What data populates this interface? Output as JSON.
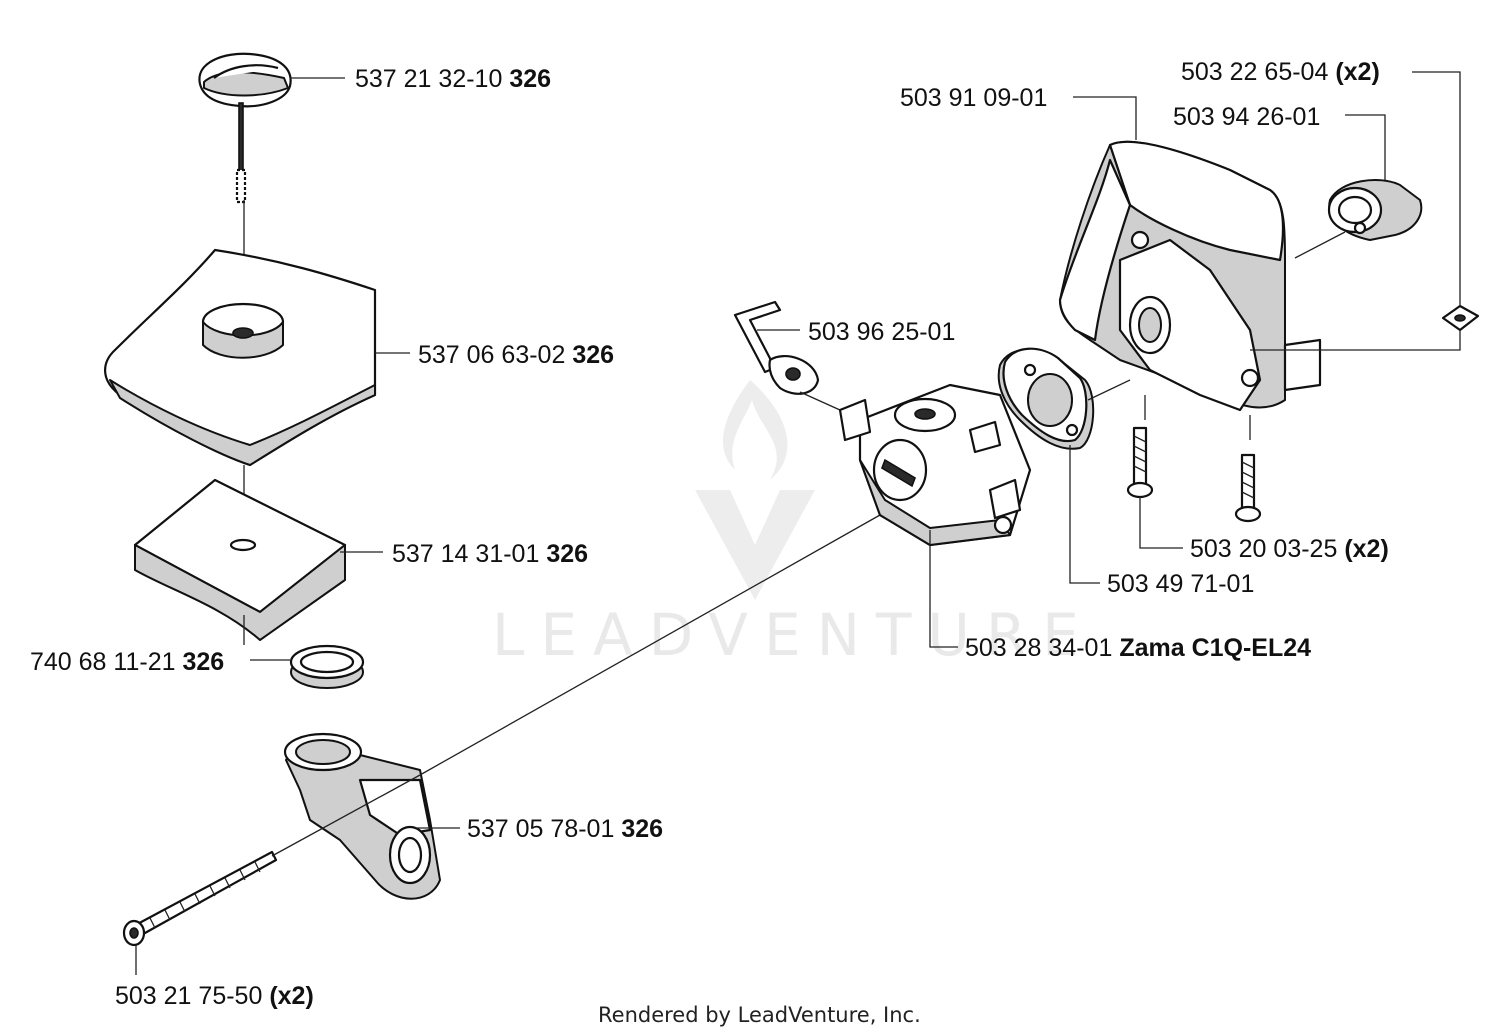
{
  "watermark": {
    "text": "LEADVENTURE"
  },
  "footer": {
    "text": "Rendered by LeadVenture, Inc."
  },
  "labels": [
    {
      "id": "fuel-cap",
      "number": "537 21 32-10",
      "suffix": "326"
    },
    {
      "id": "air-filter-cover",
      "number": "537 06 63-02",
      "suffix": "326"
    },
    {
      "id": "air-filter",
      "number": "537 14 31-01",
      "suffix": "326"
    },
    {
      "id": "seal-ring",
      "number": "740 68 11-21",
      "suffix": "326"
    },
    {
      "id": "filter-holder",
      "number": "537 05 78-01",
      "suffix": "326"
    },
    {
      "id": "long-screw",
      "number": "503 21 75-50",
      "suffix": "(x2)"
    },
    {
      "id": "throttle-link",
      "number": "503 96 25-01",
      "suffix": ""
    },
    {
      "id": "carburetor",
      "number": "503 28 34-01",
      "suffix": "Zama C1Q-EL24"
    },
    {
      "id": "gasket",
      "number": "503 49 71-01",
      "suffix": ""
    },
    {
      "id": "screw",
      "number": "503 20 03-25",
      "suffix": "(x2)"
    },
    {
      "id": "intake-housing",
      "number": "503 91 09-01",
      "suffix": ""
    },
    {
      "id": "grommet",
      "number": "503 94 26-01",
      "suffix": ""
    },
    {
      "id": "square-nut",
      "number": "503 22 65-04",
      "suffix": "(x2)"
    }
  ]
}
